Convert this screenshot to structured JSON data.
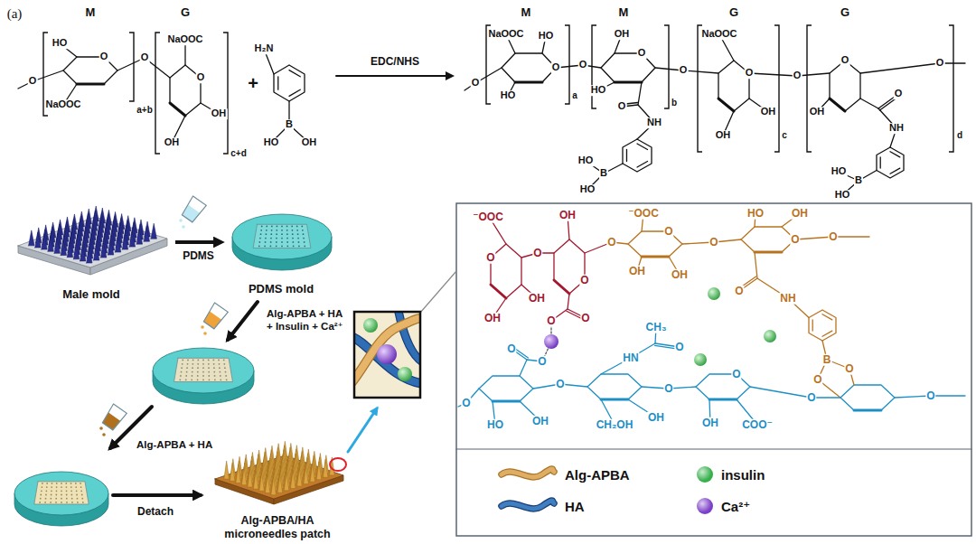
{
  "diagram": {
    "nodes": [
      {
        "text": [
          "Male mold"
        ]
      },
      {
        "text": [
          "PDMS mold"
        ]
      },
      {
        "text": [
          "Alg-APBA/HA microneedles patch"
        ]
      }
    ],
    "edges": [
      {
        "from": 0,
        "to": 1,
        "label": "PDMS",
        "arrow": "to"
      }
    ],
    "labels": [
      "(a)",
      "M",
      "G",
      "O",
      "HO",
      "O",
      "NaOOC",
      "O",
      "a+b",
      "NaOOC",
      "O",
      "OH",
      "OH",
      "c+d",
      "+",
      "H₂N",
      "B",
      "HO",
      "OH",
      "EDC/NHS",
      "M",
      "M",
      "G",
      "G",
      "O",
      "NaOOC",
      "HO",
      "O",
      "HO",
      "O",
      "a",
      "OH",
      "O",
      "HO",
      "O",
      "NH",
      "O",
      "b",
      "B",
      "HO",
      "HO",
      "NaOOC",
      "O",
      "OH",
      "OH",
      "c",
      "O",
      "O",
      "OH",
      "O",
      "NH",
      "B",
      "HO",
      "HO",
      "O",
      "d",
      "⁻OOC",
      "OH",
      "O",
      "O",
      "O",
      "OH",
      "OH",
      "O",
      "O",
      "O",
      "⁻OOC",
      "O",
      "OH",
      "OH",
      "O",
      "HO",
      "OH",
      "O",
      "O",
      "O",
      "NH",
      "B",
      "O",
      "O",
      "O",
      "O",
      "O",
      "O",
      "HN",
      "CH₃",
      "O",
      "HO",
      "OH",
      "CH₂OH",
      "OH",
      "O",
      "O",
      "OH",
      "COO⁻",
      "O",
      "O",
      "Alg-APBA + HA + Insulin + Ca²⁺",
      "Alg-APBA + HA",
      "Detach"
    ],
    "legend": [
      {
        "text": "Alg-APBA"
      },
      {
        "text": "insulin",
        "color": "#35b04a"
      },
      {
        "text": "HA"
      },
      {
        "text": "Ca²⁺",
        "color": "#7b3fc9"
      }
    ]
  }
}
